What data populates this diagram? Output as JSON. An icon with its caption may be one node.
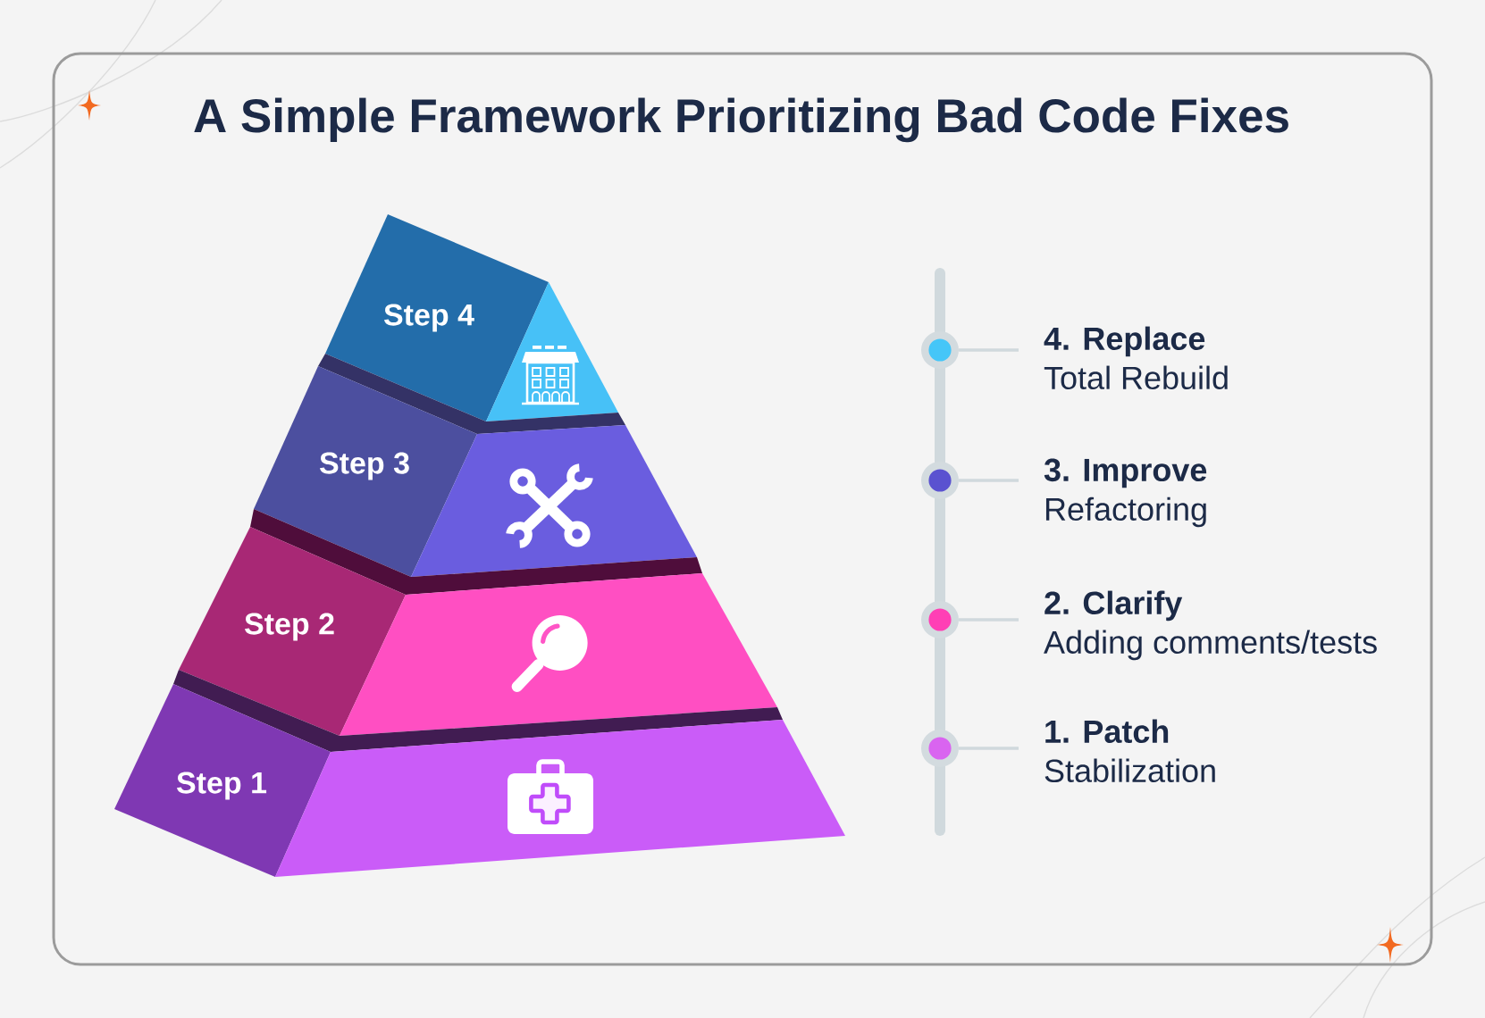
{
  "diagram": {
    "title": "A Simple Framework Prioritizing Bad Code Fixes",
    "nodes": [
      {
        "text": [
          "Step 4"
        ]
      },
      {
        "text": [
          "Step 3"
        ]
      },
      {
        "text": [
          "Step 2"
        ]
      },
      {
        "text": [
          "Step 1"
        ]
      },
      {
        "text": [],
        "shape": "circle"
      },
      {
        "text": [
          "4. Replace",
          "Total Rebuild"
        ]
      },
      {
        "text": [],
        "shape": "circle"
      },
      {
        "text": [
          "3. Improve",
          "Refactoring"
        ]
      },
      {
        "text": [],
        "shape": "circle"
      },
      {
        "text": [
          "2. Clarify",
          "Adding comments/tests"
        ]
      },
      {
        "text": [],
        "shape": "circle"
      },
      {
        "text": [
          "1. Patch",
          "Stabilization"
        ]
      }
    ],
    "edges": [
      {
        "from": 4,
        "to": 5,
        "arrow": "none"
      },
      {
        "from": 6,
        "to": 7,
        "arrow": "none"
      },
      {
        "from": 8,
        "to": 9,
        "arrow": "none"
      },
      {
        "from": 10,
        "to": 11,
        "arrow": "none"
      }
    ]
  }
}
